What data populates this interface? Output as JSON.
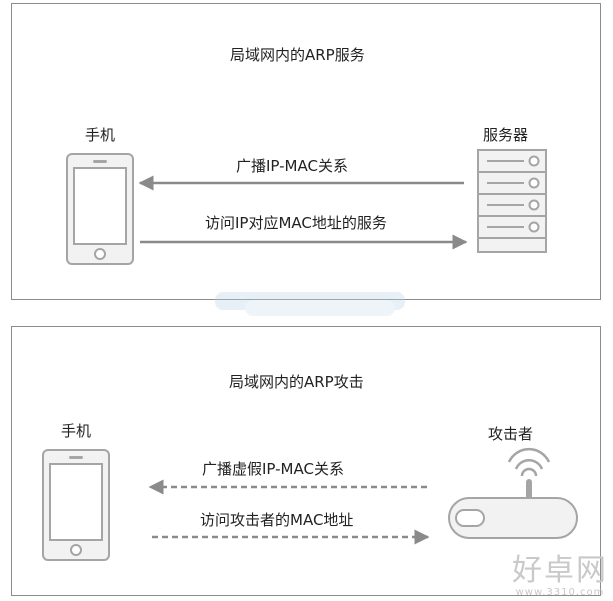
{
  "top_panel": {
    "title": "局域网内的ARP服务",
    "phone_label": "手机",
    "server_label": "服务器",
    "arrow_left_label": "广播IP-MAC关系",
    "arrow_right_label": "访问IP对应MAC地址的服务"
  },
  "bottom_panel": {
    "title": "局域网内的ARP攻击",
    "phone_label": "手机",
    "attacker_label": "攻击者",
    "arrow_left_label": "广播虚假IP-MAC关系",
    "arrow_right_label": "访问攻击者的MAC地址"
  },
  "watermark": {
    "text": "好卓网",
    "url": "www.3310.com"
  },
  "colors": {
    "border": "#8c8c8c",
    "arrow": "#8a8a8a",
    "device": "#a5a5a5",
    "device_fill": "#f2f2f2"
  }
}
